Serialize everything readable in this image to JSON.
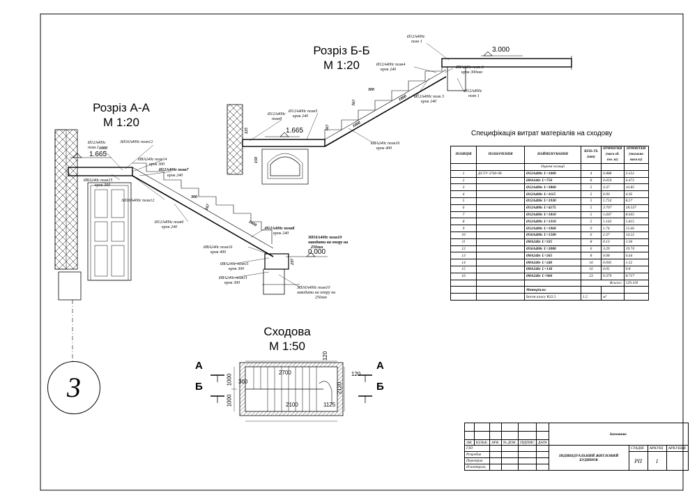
{
  "titles": {
    "section_aa": "Розріз А-А",
    "scale_aa": "М 1:20",
    "section_bb": "Розріз Б-Б",
    "scale_bb": "М 1:20",
    "stair": "Сходова",
    "scale_stair": "М 1:50"
  },
  "sheet_number": "3",
  "elevations": {
    "aa_top": "1.665",
    "aa_bottom": "0.000",
    "bb_top": "3.000",
    "bb_mid": "1.665"
  },
  "section_aa_labels": [
    "Ø12A400c",
    "позн.1",
    "3Ø16A400c позн12",
    "Ø8A240c позн14",
    "крок 300",
    "Ø12A400c позн7",
    "крок 240",
    "Ø8A240c позн15",
    "крок 300",
    "3Ø16A400c позн12",
    "Ø12A400c позн6",
    "крок 240",
    "Ø12A400c позн8",
    "крок 240",
    "3Ø16A400c позн10",
    "заводити на опору на",
    "250мм",
    "Ø8A240c позн16",
    "крок 400",
    "Ø8A240c позн11",
    "крок 300",
    "Ø8A240c позн11",
    "крок 300",
    "3Ø16A400c позн10",
    "заводити на опору на",
    "250мм"
  ],
  "section_aa_dims": [
    "1000",
    "300",
    "167",
    "1000",
    "237"
  ],
  "section_bb_labels": [
    "Ø12A400c",
    "позн 1",
    "Ø8A240c позн 2",
    "крок 300мм",
    "Ø12A400c позн4",
    "крок 240",
    "Ø12A400c позн 3",
    "крок 240",
    "Ø12A400c",
    "позн 1",
    "Ø12A400c",
    "позн9",
    "Ø12A400c позн5",
    "крок 240",
    "Ø8A240c позн16",
    "крок 400"
  ],
  "section_bb_dims": [
    "300",
    "167",
    "167",
    "125",
    "150",
    "1000",
    "1000"
  ],
  "stair_plan": {
    "label_a": "А",
    "label_b": "Б",
    "dims": [
      "2700",
      "300",
      "1000",
      "1000",
      "2100",
      "1125",
      "2120",
      "120",
      "120"
    ]
  },
  "spec": {
    "title": "Специфікація витрат матеріалів на сходову",
    "headers": [
      "ПОЗИЦІЯ",
      "ПОЗНАЧЕННЯ",
      "НАЙМЕНУВАННЯ",
      "КІЛЬ-ТЬ (шт)",
      "ПРИМІТКИ (маса од. поз. кг)",
      "ПРИМІТКИ (загальна маса кг)"
    ],
    "group_title": "Окремі позиції",
    "rows": [
      [
        "1",
        "ДСТУ 3760-98",
        "Ø12A400c L=1000",
        "4",
        "0.888",
        "3.552"
      ],
      [
        "2",
        "",
        "Ø8A240c L=750",
        "8",
        "0.059",
        "0.472"
      ],
      [
        "3",
        "",
        "Ø12A400c L=3800",
        "5",
        "3.37",
        "16.85"
      ],
      [
        "4",
        "",
        "Ø12A400c L=1115",
        "5",
        "0.99",
        "4.95"
      ],
      [
        "5",
        "",
        "Ø12A400c L=1930",
        "5",
        "1.714",
        "8.57"
      ],
      [
        "6",
        "",
        "Ø12A400c L=4175",
        "5",
        "3.707",
        "18.537"
      ],
      [
        "7",
        "",
        "Ø12A400c L=1810",
        "5",
        "1.607",
        "8.035"
      ],
      [
        "8",
        "",
        "Ø12A400c L=1310",
        "5",
        "1.163",
        "5.815"
      ],
      [
        "9",
        "",
        "Ø12A400c L=1960",
        "9",
        "1.74",
        "15.66"
      ],
      [
        "10",
        "",
        "Ø16A400c L=1500",
        "6",
        "2.37",
        "14.22"
      ],
      [
        "11",
        "",
        "Ø8A240c L=335",
        "8",
        "0.13",
        "1.04"
      ],
      [
        "12",
        "",
        "Ø16A400c L=2080",
        "6",
        "3.29",
        "19.74"
      ],
      [
        "13",
        "",
        "Ø8A240c L=265",
        "8",
        "0.08",
        "0.64"
      ],
      [
        "14",
        "",
        "Ø8A240c L=240",
        "16",
        "0.095",
        "1.52"
      ],
      [
        "15",
        "",
        "Ø8A240c L=130",
        "16",
        "0.05",
        "0.8"
      ],
      [
        "16",
        "",
        "Ø8A240c L=960",
        "23",
        "0.379",
        "8.717"
      ]
    ],
    "total_label": "Всього:",
    "total_value": "129.118",
    "materials_label": "Матеріали:",
    "concrete_label": "Бетон класу B22.5",
    "concrete_qty": "1.5",
    "concrete_unit": "м³"
  },
  "stamp": {
    "customer_label": "Замовник:",
    "project_name": "ІНДИВІДУАЛЬНИЙ ЖИТЛОВИЙ БУДИНОК",
    "col_headers": [
      "ЗМ.",
      "КІЛЬК.",
      "АРК.",
      "№ ДОК.",
      "ПІДПИС",
      "ДАТА"
    ],
    "roles": [
      "ГІП",
      "Розробив",
      "Перевірив",
      "Н-контроль"
    ],
    "stage_label": "СТАДІЯ",
    "sheet_label": "АРКУШ",
    "sheets_label": "АРКУШІВ",
    "stage_value": "РП",
    "sheet_value": "1",
    "sheets_value": ""
  }
}
